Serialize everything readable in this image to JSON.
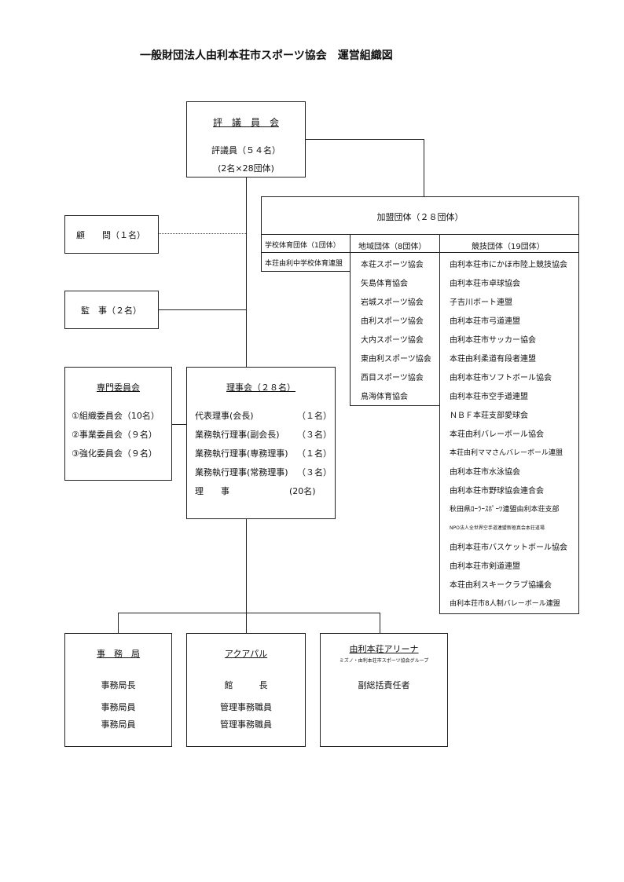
{
  "title": "一般財団法人由利本荘市スポーツ協会　運営組織図",
  "council": {
    "heading": "評　議　員　会",
    "line1": "評議員（５４名）",
    "line2": "(2名×28団体)"
  },
  "advisor": {
    "label": "顧　　問（１名）"
  },
  "auditor": {
    "label": "監　事（２名）"
  },
  "member_orgs": {
    "heading": "加盟団体（２８団体）",
    "columns": [
      {
        "header": "学校体育団体（1団体）",
        "items": [
          "本荘由利中学校体育連盟"
        ]
      },
      {
        "header": "地域団体（8団体）",
        "items": [
          "本荘スポーツ協会",
          "矢島体育協会",
          "岩城スポーツ協会",
          "由利スポーツ協会",
          "大内スポーツ協会",
          "東由利スポーツ協会",
          "西目スポーツ協会",
          "鳥海体育協会"
        ]
      },
      {
        "header": "競技団体（19団体）",
        "items": [
          "由利本荘市にかほ市陸上競技協会",
          "由利本荘市卓球協会",
          "子吉川ボート連盟",
          "由利本荘市弓道連盟",
          "由利本荘市サッカー協会",
          "本荘由利柔道有段者連盟",
          "由利本荘市ソフトボール協会",
          "由利本荘市空手道連盟",
          "ＮＢＦ本荘支部愛球会",
          "本荘由利バレーボール協会",
          "本荘由利ママさんバレーボール連盟",
          "由利本荘市水泳協会",
          "由利本荘市野球協会連合会",
          "秋田県ﾛｰﾗｰｽﾎﾟｰﾂ連盟由利本荘支部",
          "NPO法人全世界空手道連盟新極真会本荘道場",
          "由利本荘市バスケットボール協会",
          "由利本荘市剣道連盟",
          "本荘由利スキークラブ協議会",
          "由利本荘市8人制バレーボール連盟"
        ]
      }
    ]
  },
  "committees": {
    "heading": "専門委員会",
    "items": [
      "①組織委員会（10名）",
      "②事業委員会（９名）",
      "③強化委員会（９名）"
    ]
  },
  "board": {
    "heading": "理事会（２８名）",
    "rows": [
      {
        "role": "代表理事(会長)",
        "count": "（１名）"
      },
      {
        "role": "業務執行理事(副会長)",
        "count": "（３名）"
      },
      {
        "role": "業務執行理事(専務理事)",
        "count": "（１名）"
      },
      {
        "role": "業務執行理事(常務理事)",
        "count": "（３名）"
      },
      {
        "role": "理　　事",
        "count": "(20名)"
      }
    ]
  },
  "secretariat": {
    "heading": "事　務　局",
    "items": [
      "事務局長",
      "事務局員",
      "事務局員"
    ]
  },
  "aquapal": {
    "heading": "アクアパル",
    "items": [
      "館　　　長",
      "管理事務職員",
      "管理事務職員"
    ]
  },
  "arena": {
    "heading": "由利本荘アリーナ",
    "sub": "ミズノ・由利本荘市スポーツ協会グループ",
    "items": [
      "副総括責任者"
    ]
  }
}
